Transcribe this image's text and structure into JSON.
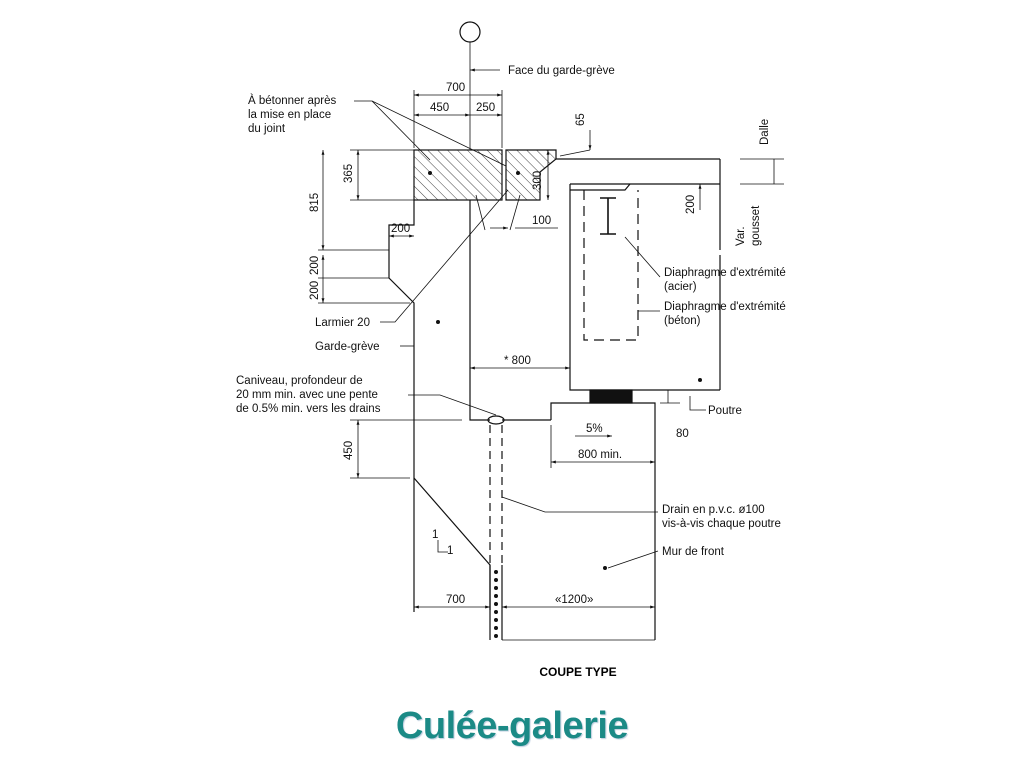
{
  "diagram": {
    "caption": "COUPE TYPE",
    "slide_title": "Culée-galerie",
    "labels": {
      "face_garde_greve": "Face du garde-grève",
      "a_betonner_1": "À bétonner après",
      "a_betonner_2": "la mise en place",
      "a_betonner_3": "du joint",
      "dalle": "Dalle",
      "var_gousset_1": "Var.",
      "var_gousset_2": "gousset",
      "diaphragme_acier_1": "Diaphragme d'extrémité",
      "diaphragme_acier_2": "(acier)",
      "diaphragme_beton_1": "Diaphragme d'extrémité",
      "diaphragme_beton_2": "(béton)",
      "larmier": "Larmier 20",
      "garde_greve": "Garde-grève",
      "caniveau_1": "Caniveau, profondeur de",
      "caniveau_2": "20 mm min. avec une pente",
      "caniveau_3": "de 0.5% min. vers les drains",
      "poutre": "Poutre",
      "drain_1": "Drain en p.v.c. ø100",
      "drain_2": "vis-à-vis chaque poutre",
      "mur_de_front": "Mur de front",
      "slope_1": "1",
      "slope_2": "1",
      "pente": "5%"
    },
    "dimensions": {
      "d700_top": "700",
      "d450": "450",
      "d250": "250",
      "d65": "65",
      "d365": "365",
      "d815": "815",
      "d300": "300",
      "d100": "100",
      "d200_ledge": "200",
      "d200_a": "200",
      "d200_b": "200",
      "d200_gousset": "200",
      "d800_star": "* 800",
      "d80": "80",
      "d450_low": "450",
      "d800_min": "800 min.",
      "d700_bottom": "700",
      "d1200": "«1200»"
    },
    "colors": {
      "line": "#111111",
      "title": "#1b8a86"
    }
  }
}
